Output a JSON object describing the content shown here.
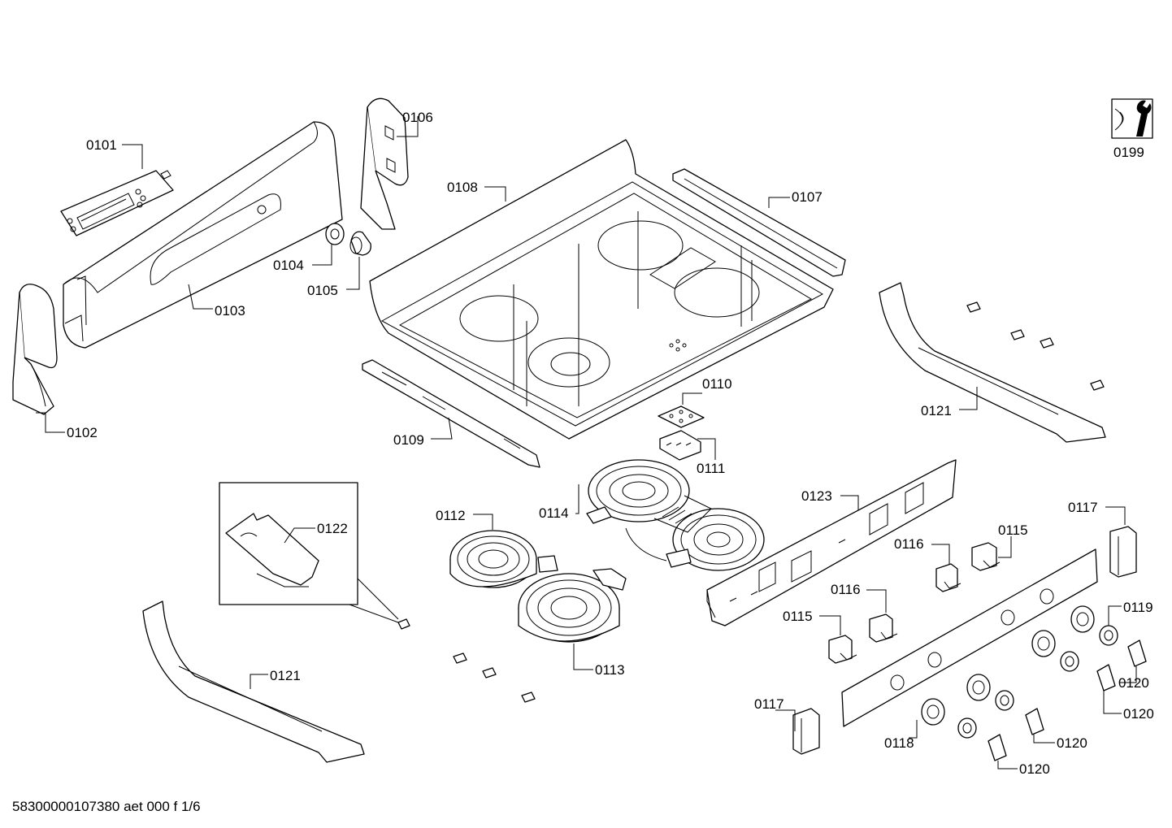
{
  "labels": {
    "p0101": "0101",
    "p0102": "0102",
    "p0103": "0103",
    "p0104": "0104",
    "p0105": "0105",
    "p0106": "0106",
    "p0107": "0107",
    "p0108": "0108",
    "p0109": "0109",
    "p0110": "0110",
    "p0111": "0111",
    "p0112": "0112",
    "p0113": "0113",
    "p0114": "0114",
    "p0115a": "0115",
    "p0115b": "0115",
    "p0116a": "0116",
    "p0116b": "0116",
    "p0117a": "0117",
    "p0117b": "0117",
    "p0118": "0118",
    "p0119": "0119",
    "p0120a": "0120",
    "p0120b": "0120",
    "p0120c": "0120",
    "p0120d": "0120",
    "p0121a": "0121",
    "p0121b": "0121",
    "p0122": "0122",
    "p0123": "0123",
    "p0199": "0199"
  },
  "footer": "58300000107380 aet 000 f 1/6",
  "icons": {
    "tool": "wrench-nut-icon"
  }
}
